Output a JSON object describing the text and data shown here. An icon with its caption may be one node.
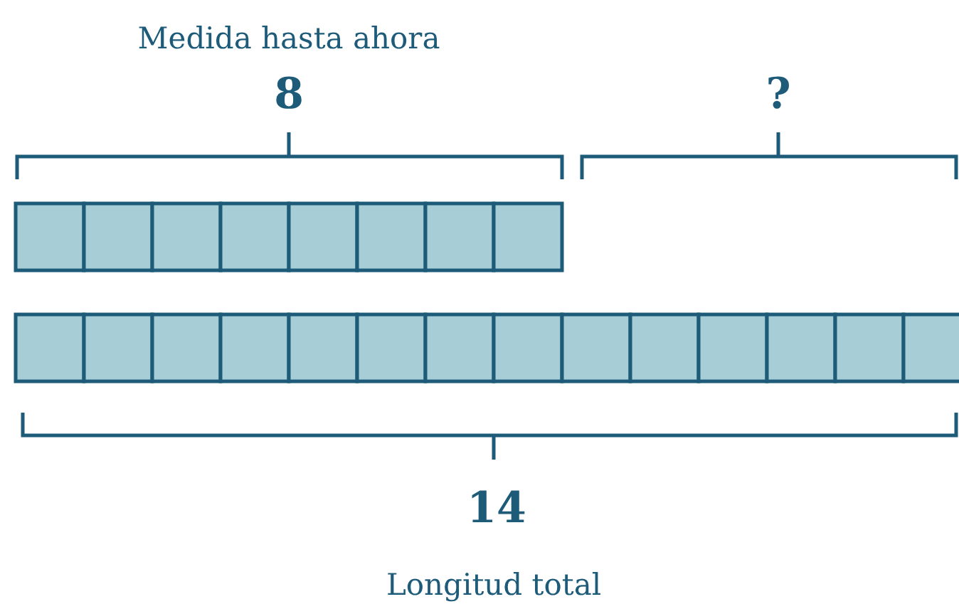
{
  "diagram": {
    "labels": [
      "Medida hasta ahora",
      "8",
      "?",
      "14",
      "Longitud total"
    ]
  }
}
